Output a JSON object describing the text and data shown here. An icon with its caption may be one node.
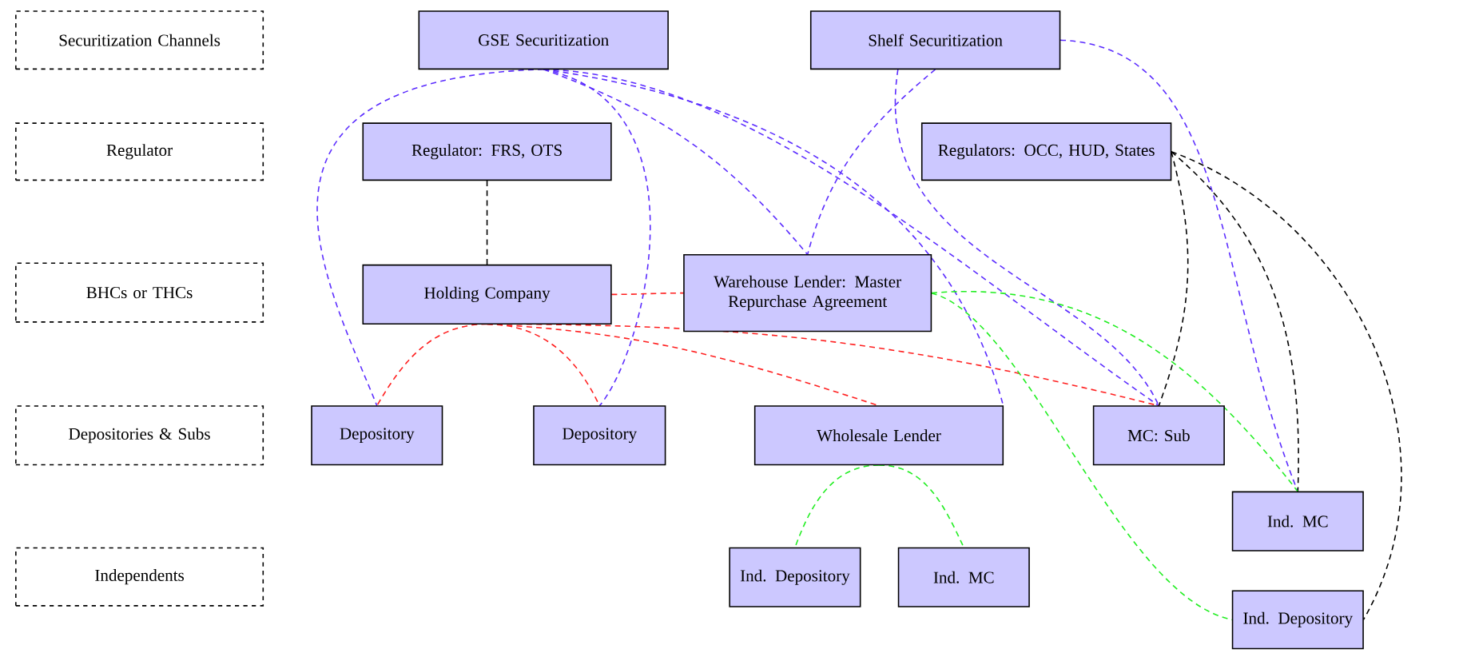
{
  "diagram": {
    "nodes": [
      {
        "text": [
          "Securitization Channels"
        ]
      },
      {
        "text": [
          "Regulator"
        ]
      },
      {
        "text": [
          "BHCs or THCs"
        ]
      },
      {
        "text": [
          "Depositories & Subs"
        ]
      },
      {
        "text": [
          "Independents"
        ]
      },
      {
        "text": [
          "GSE Securitization"
        ]
      },
      {
        "text": [
          "Shelf Securitization"
        ]
      },
      {
        "text": [
          "Regulator: FRS, OTS"
        ]
      },
      {
        "text": [
          "Regulators: OCC, HUD, States"
        ]
      },
      {
        "text": [
          "Holding Company"
        ]
      },
      {
        "text": [
          "Warehouse Lender: Master Repurchase Agreement"
        ]
      },
      {
        "text": [
          "Depository"
        ]
      },
      {
        "text": [
          "Depository"
        ]
      },
      {
        "text": [
          "Wholesale Lender"
        ]
      },
      {
        "text": [
          "MC: Sub"
        ]
      },
      {
        "text": [
          "Ind. MC"
        ]
      },
      {
        "text": [
          "Ind. Depository"
        ]
      },
      {
        "text": [
          "Ind. MC"
        ]
      },
      {
        "text": [
          "Ind. Depository"
        ]
      }
    ],
    "edges": [
      {
        "from": 5,
        "to": 11,
        "arrow": "none",
        "style": "dashed"
      },
      {
        "from": 5,
        "to": 12,
        "arrow": "none",
        "style": "dashed"
      },
      {
        "from": 5,
        "to": 10,
        "arrow": "none",
        "style": "dashed"
      },
      {
        "from": 5,
        "to": 13,
        "arrow": "none",
        "style": "dashed"
      },
      {
        "from": 5,
        "to": 14,
        "arrow": "none",
        "style": "dashed"
      },
      {
        "from": 6,
        "to": 10,
        "arrow": "none",
        "style": "dashed"
      },
      {
        "from": 6,
        "to": 14,
        "arrow": "none",
        "style": "dashed"
      },
      {
        "from": 6,
        "to": 15,
        "arrow": "none",
        "style": "dashed"
      },
      {
        "from": 7,
        "to": 9,
        "arrow": "none",
        "style": "dashed",
        "color": "#000000"
      },
      {
        "from": 8,
        "to": 14,
        "arrow": "none",
        "style": "dashed",
        "color": "#000000"
      },
      {
        "from": 8,
        "to": 15,
        "arrow": "none",
        "style": "dashed",
        "color": "#000000"
      },
      {
        "from": 8,
        "to": 18,
        "arrow": "none",
        "style": "dashed",
        "color": "#000000"
      },
      {
        "from": 9,
        "to": 10,
        "arrow": "none",
        "style": "dashed",
        "color": "#ff2020"
      },
      {
        "from": 9,
        "to": 11,
        "arrow": "none",
        "style": "dashed",
        "color": "#ff2020"
      },
      {
        "from": 9,
        "to": 12,
        "arrow": "none",
        "style": "dashed",
        "color": "#ff2020"
      },
      {
        "from": 9,
        "to": 13,
        "arrow": "none",
        "style": "dashed",
        "color": "#ff2020"
      },
      {
        "from": 9,
        "to": 14,
        "arrow": "none",
        "style": "dashed",
        "color": "#ff2020"
      },
      {
        "from": 10,
        "to": 15,
        "arrow": "none",
        "style": "dashed",
        "color": "#22ee22"
      },
      {
        "from": 10,
        "to": 18,
        "arrow": "none",
        "style": "dashed",
        "color": "#22ee22"
      },
      {
        "from": 13,
        "to": 16,
        "arrow": "none",
        "style": "dashed",
        "color": "#22ee22"
      },
      {
        "from": 13,
        "to": 17,
        "arrow": "none",
        "style": "dashed",
        "color": "#22ee22"
      }
    ]
  }
}
